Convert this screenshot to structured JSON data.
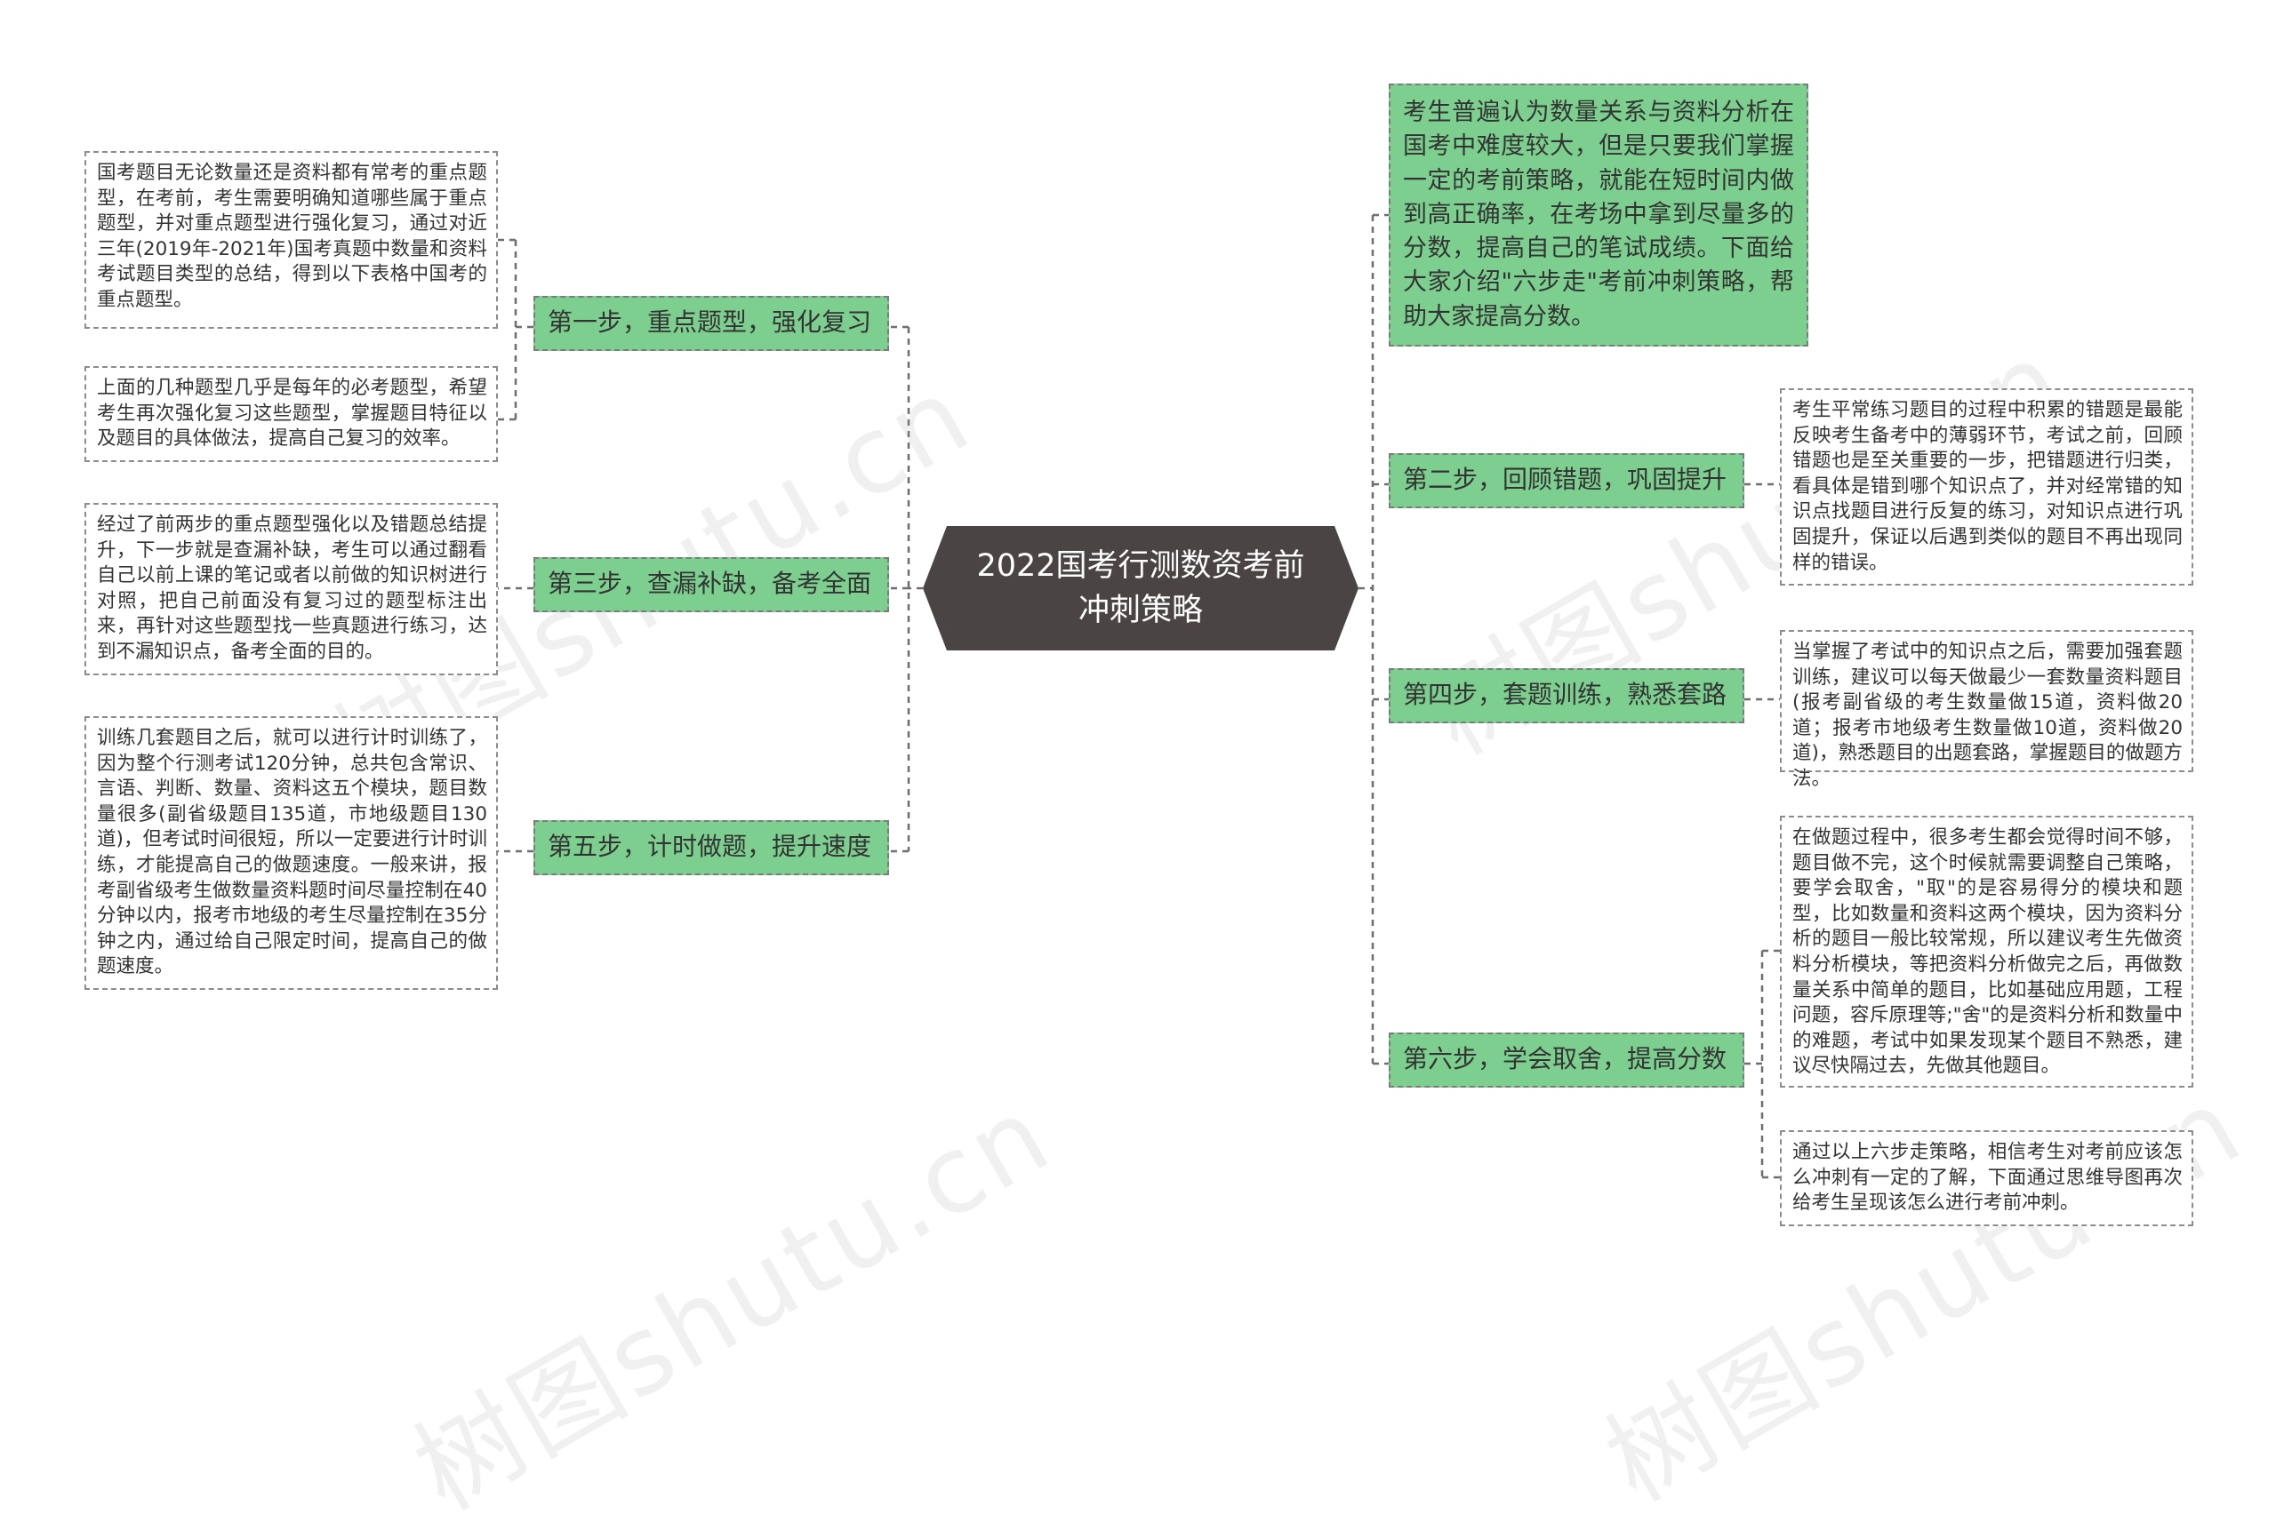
{
  "center": {
    "title": "2022国考行测数资考前冲刺策略"
  },
  "intro": {
    "text": "考生普遍认为数量关系与资料分析在国考中难度较大，但是只要我们掌握一定的考前策略，就能在短时间内做到高正确率，在考场中拿到尽量多的分数，提高自己的笔试成绩。下面给大家介绍\"六步走\"考前冲刺策略，帮助大家提高分数。"
  },
  "left_branches": [
    {
      "label": "第一步，重点题型，强化复习",
      "notes": [
        "国考题目无论数量还是资料都有常考的重点题型，在考前，考生需要明确知道哪些属于重点题型，并对重点题型进行强化复习，通过对近三年(2019年-2021年)国考真题中数量和资料考试题目类型的总结，得到以下表格中国考的重点题型。",
        "上面的几种题型几乎是每年的必考题型，希望考生再次强化复习这些题型，掌握题目特征以及题目的具体做法，提高自己复习的效率。"
      ]
    },
    {
      "label": "第三步，查漏补缺，备考全面",
      "notes": [
        "经过了前两步的重点题型强化以及错题总结提升，下一步就是查漏补缺，考生可以通过翻看自己以前上课的笔记或者以前做的知识树进行对照，把自己前面没有复习过的题型标注出来，再针对这些题型找一些真题进行练习，达到不漏知识点，备考全面的目的。"
      ]
    },
    {
      "label": "第五步，计时做题，提升速度",
      "notes": [
        "训练几套题目之后，就可以进行计时训练了，因为整个行测考试120分钟，总共包含常识、言语、判断、数量、资料这五个模块，题目数量很多(副省级题目135道，市地级题目130道)，但考试时间很短，所以一定要进行计时训练，才能提高自己的做题速度。一般来讲，报考副省级考生做数量资料题时间尽量控制在40分钟以内，报考市地级的考生尽量控制在35分钟之内，通过给自己限定时间，提高自己的做题速度。"
      ]
    }
  ],
  "right_branches": [
    {
      "label": "第二步，回顾错题，巩固提升",
      "notes": [
        "考生平常练习题目的过程中积累的错题是最能反映考生备考中的薄弱环节，考试之前，回顾错题也是至关重要的一步，把错题进行归类，看具体是错到哪个知识点了，并对经常错的知识点找题目进行反复的练习，对知识点进行巩固提升，保证以后遇到类似的题目不再出现同样的错误。"
      ]
    },
    {
      "label": "第四步，套题训练，熟悉套路",
      "notes": [
        "当掌握了考试中的知识点之后，需要加强套题训练，建议可以每天做最少一套数量资料题目(报考副省级的考生数量做15道，资料做20道；报考市地级考生数量做10道，资料做20道)，熟悉题目的出题套路，掌握题目的做题方法。"
      ]
    },
    {
      "label": "第六步，学会取舍，提高分数",
      "notes": [
        "在做题过程中，很多考生都会觉得时间不够，题目做不完，这个时候就需要调整自己策略，要学会取舍，\"取\"的是容易得分的模块和题型，比如数量和资料这两个模块，因为资料分析的题目一般比较常规，所以建议考生先做资料分析模块，等把资料分析做完之后，再做数量关系中简单的题目，比如基础应用题，工程问题，容斥原理等;\"舍\"的是资料分析和数量中的难题，考试中如果发现某个题目不熟悉，建议尽快隔过去，先做其他题目。",
        "通过以上六步走策略，相信考生对考前应该怎么冲刺有一定的了解，下面通过思维导图再次给考生呈现该怎么进行考前冲刺。"
      ]
    }
  ],
  "watermark": "树图shutu.cn",
  "colors": {
    "center_bg": "#4a4544",
    "branch_bg": "#7dcf8f",
    "line": "#6e6e6e",
    "leaf_border": "#8c8c8c",
    "text": "#333333"
  }
}
